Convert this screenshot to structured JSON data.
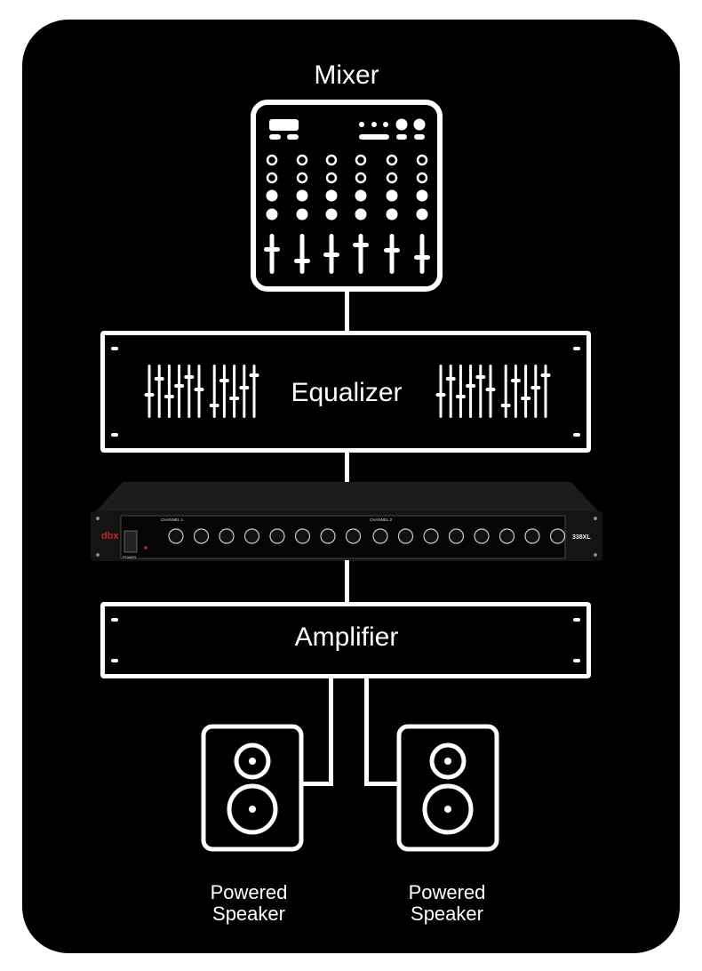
{
  "mixer": {
    "label": "Mixer"
  },
  "equalizer": {
    "label": "Equalizer"
  },
  "device": {
    "brand": "dbx",
    "model": "338XL",
    "channel1": "CHANNEL 1",
    "channel2": "CHANNEL 2",
    "power": "POWER"
  },
  "amplifier": {
    "label": "Amplifier"
  },
  "speakers": [
    {
      "label_line1": "Powered",
      "label_line2": "Speaker"
    },
    {
      "label_line1": "Powered",
      "label_line2": "Speaker"
    }
  ],
  "colors": {
    "background": "#000000",
    "foreground": "#ffffff",
    "brand": "#c8202a"
  }
}
